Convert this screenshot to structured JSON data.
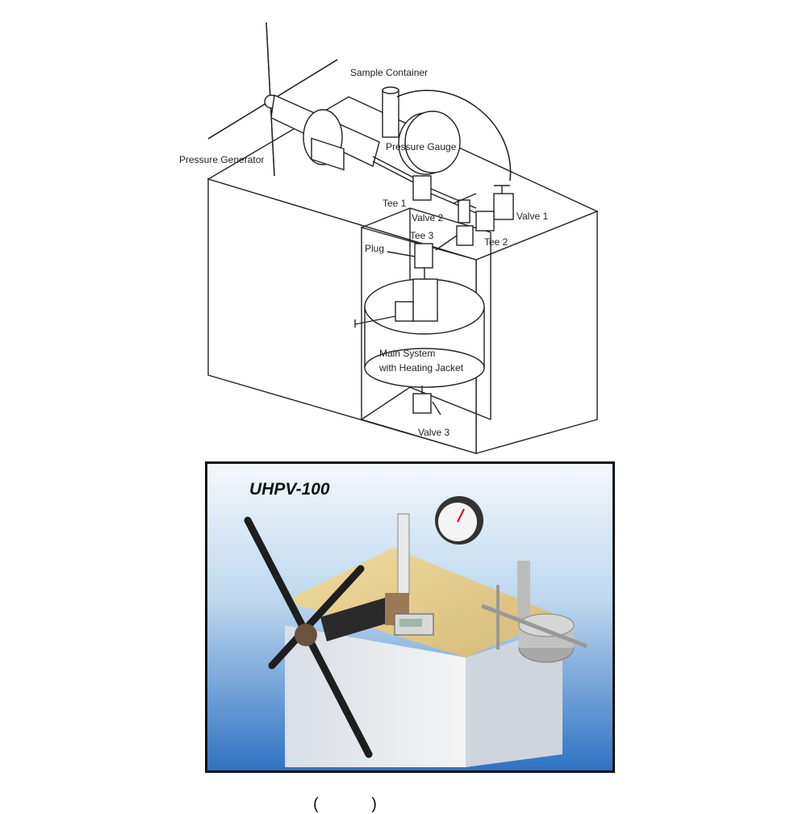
{
  "schematic": {
    "labels": {
      "sample_container": "Sample Container",
      "pressure_generator": "Pressure Generator",
      "pressure_gauge": "Pressure Gauge",
      "tee1": "Tee 1",
      "valve2": "Valve 2",
      "valve1": "Valve 1",
      "tee3": "Tee 3",
      "tee2": "Tee 2",
      "plug": "Plug",
      "main_system_1": "Main System",
      "main_system_2": "with Heating Jacket",
      "valve3": "Valve 3"
    }
  },
  "photo": {
    "model": "UHPV-100"
  },
  "caption": "( )"
}
